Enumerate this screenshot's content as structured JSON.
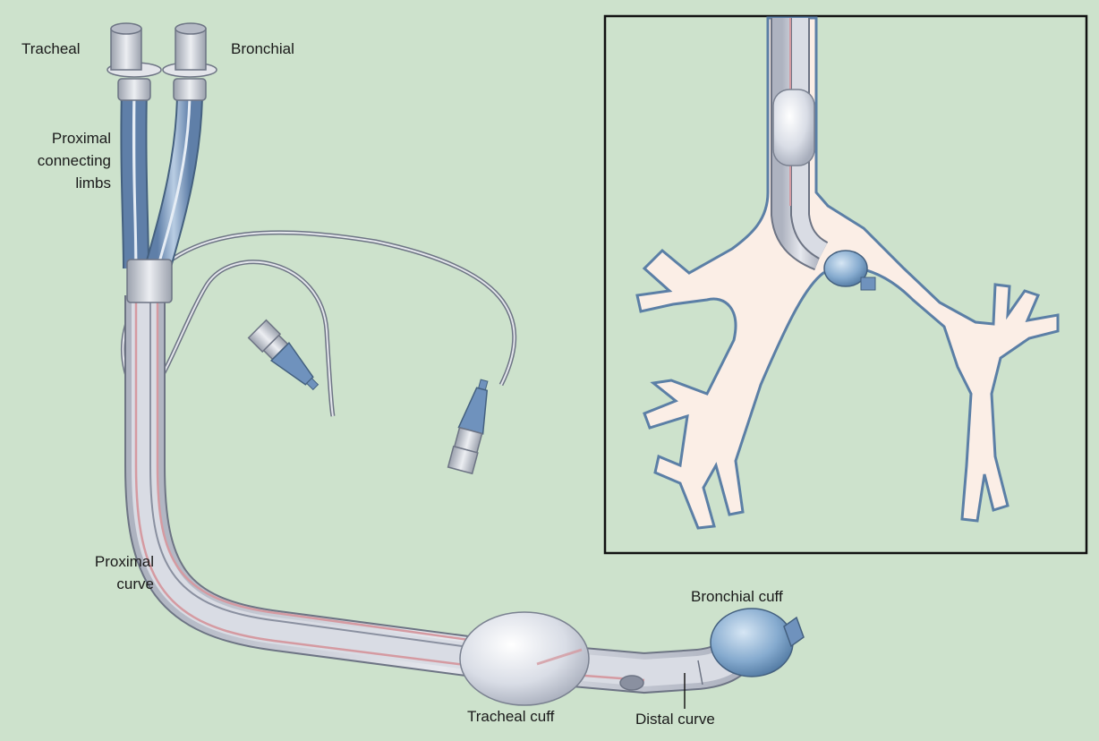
{
  "labels": {
    "tracheal": "Tracheal",
    "bronchial": "Bronchial",
    "proximal_connecting_limbs": [
      "Proximal",
      "connecting",
      "limbs"
    ],
    "proximal_curve": [
      "Proximal",
      "curve"
    ],
    "bronchial_cuff": "Bronchial cuff",
    "tracheal_cuff": "Tracheal cuff",
    "distal_curve": "Distal curve"
  },
  "colors": {
    "background": "#cde2cc",
    "tube": "#c9ccd6",
    "tube_outline": "#6d7484",
    "limb_blue": "#7f9ec4",
    "cuff_blue": "#7fa6c9",
    "red_line": "#d59aa1",
    "airway_fill": "#fbeee6",
    "airway_outline": "#5b7fa6",
    "inset_border": "#111111"
  }
}
